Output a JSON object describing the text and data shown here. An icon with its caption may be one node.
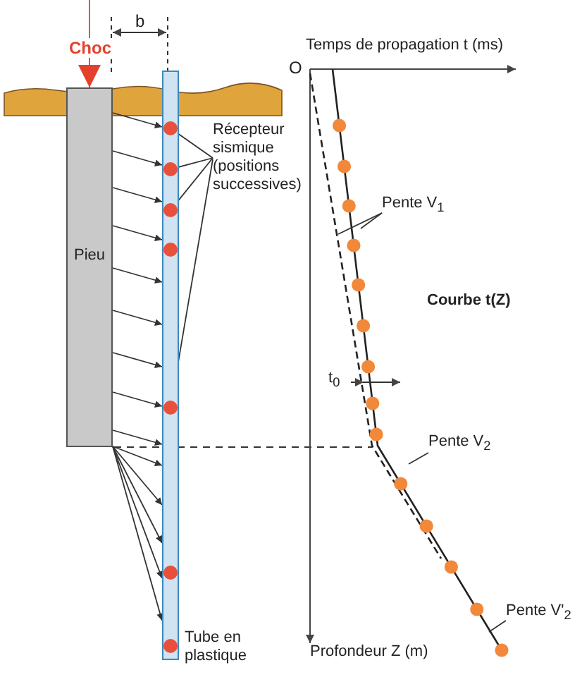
{
  "diagram": {
    "nodes": [
      {
        "text": [
          "Pieu"
        ]
      },
      {
        "text": [],
        "shape": "bar",
        "beside": [
          "Tube en plastique"
        ]
      },
      {
        "text": [],
        "shape": "circle",
        "in": 1
      },
      {
        "text": [],
        "shape": "circle",
        "in": 1
      },
      {
        "text": [],
        "shape": "circle",
        "in": 1
      },
      {
        "text": [],
        "shape": "circle",
        "in": 1
      },
      {
        "text": [],
        "shape": "circle",
        "in": 1
      },
      {
        "text": [],
        "shape": "circle",
        "in": 1
      },
      {
        "text": [],
        "shape": "circle",
        "in": 1
      },
      {
        "text": [
          "Récepteur sismique (positions successives)"
        ]
      },
      {
        "text": [
          "Pente V$_{1}$"
        ]
      },
      {
        "text": [
          "Pente V$_{2}$"
        ]
      },
      {
        "text": [
          "Pente V'$_{2}$"
        ]
      }
    ],
    "edges": [
      {
        "from": null,
        "to": 0,
        "arrow": "to",
        "label": "Choc",
        "color": "#e5402c"
      },
      {
        "from": 0,
        "to": 1,
        "arrow": "to"
      },
      {
        "from": 0,
        "to": 1,
        "arrow": "to"
      },
      {
        "from": 0,
        "to": 1,
        "arrow": "to"
      },
      {
        "from": 0,
        "to": 1,
        "arrow": "to"
      },
      {
        "from": 0,
        "to": 1,
        "arrow": "to"
      },
      {
        "from": 0,
        "to": 1,
        "arrow": "to"
      },
      {
        "from": 0,
        "to": 1,
        "arrow": "to"
      },
      {
        "from": 0,
        "to": 1,
        "arrow": "to"
      },
      {
        "from": 0,
        "to": 1,
        "arrow": "to"
      },
      {
        "from": 0,
        "to": 1,
        "arrow": "to"
      },
      {
        "from": 0,
        "to": 1,
        "arrow": "to"
      },
      {
        "from": 0,
        "to": 1,
        "arrow": "to"
      },
      {
        "from": 0,
        "to": 1,
        "arrow": "to"
      },
      {
        "from": 0,
        "to": 1,
        "arrow": "to"
      },
      {
        "from": 9,
        "to": 2,
        "arrow": "none"
      },
      {
        "from": 9,
        "to": 3,
        "arrow": "none"
      },
      {
        "from": 9,
        "to": 4,
        "arrow": "none"
      },
      {
        "from": 9,
        "to": 6,
        "arrow": "none"
      },
      {
        "from": 10,
        "to": null,
        "arrow": "none"
      },
      {
        "from": 10,
        "to": null,
        "arrow": "none"
      },
      {
        "from": 11,
        "to": null,
        "arrow": "none"
      },
      {
        "from": 12,
        "to": null,
        "arrow": "none"
      }
    ],
    "labels": [
      "b",
      "O",
      "Temps de propagation t (ms)",
      "Courbe t(Z)",
      "t$_{0}$",
      "Profondeur Z (m)"
    ]
  }
}
